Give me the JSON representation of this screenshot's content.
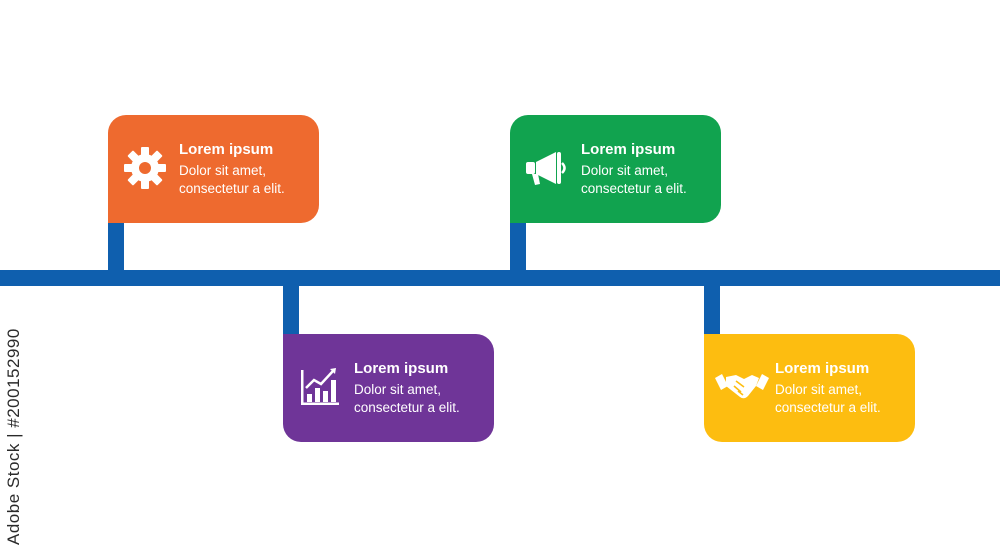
{
  "items": [
    {
      "title": "Lorem ipsum",
      "line1": "Dolor sit amet,",
      "line2": "consectetur a elit.",
      "icon": "gear-icon",
      "color": "#ee6a2f"
    },
    {
      "title": "Lorem ipsum",
      "line1": "Dolor sit amet,",
      "line2": "consectetur a elit.",
      "icon": "bar-chart-icon",
      "color": "#6f3598"
    },
    {
      "title": "Lorem ipsum",
      "line1": "Dolor sit amet,",
      "line2": "consectetur a elit.",
      "icon": "megaphone-icon",
      "color": "#11a34f"
    },
    {
      "title": "Lorem ipsum",
      "line1": "Dolor sit amet,",
      "line2": "consectetur a elit.",
      "icon": "handshake-icon",
      "color": "#fdbd10"
    }
  ],
  "line_color": "#0f5fae",
  "watermark": "Adobe Stock | #200152990"
}
